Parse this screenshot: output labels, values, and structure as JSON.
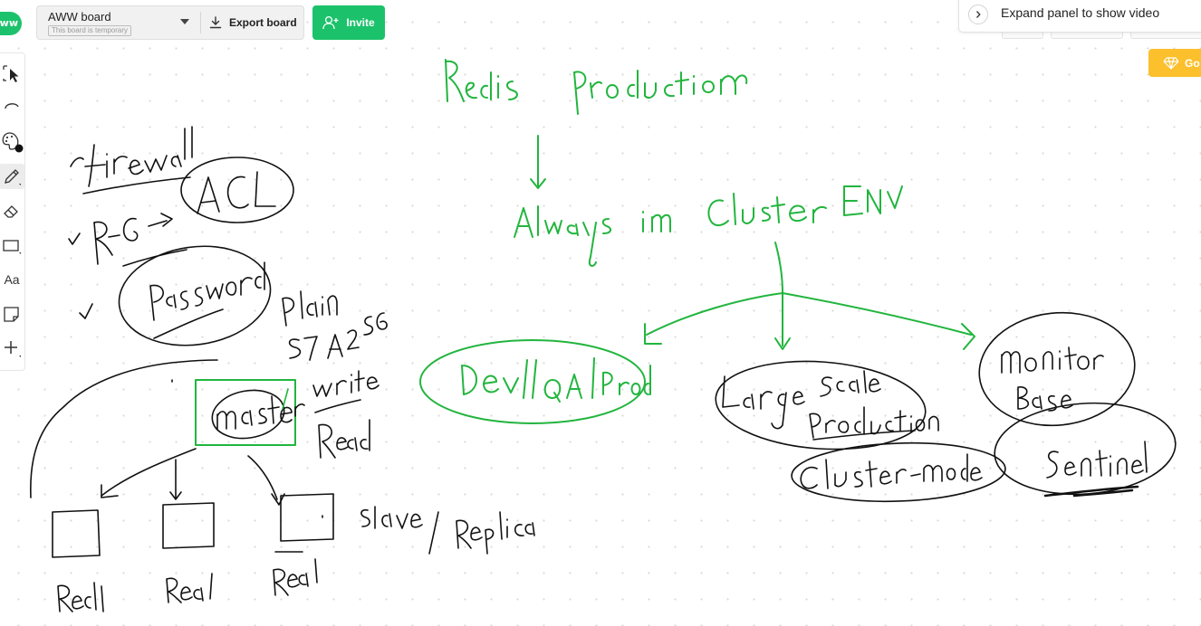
{
  "app": {
    "logo_text": "ww"
  },
  "board": {
    "name": "AWW board",
    "temp_note": "This board is temporary",
    "export_label": "Export board",
    "invite_label": "Invite"
  },
  "toolbar": {
    "items": [
      {
        "icon": "select-icon"
      },
      {
        "icon": "lasso-icon"
      },
      {
        "icon": "palette-icon"
      },
      {
        "icon": "pencil-icon",
        "active": true
      },
      {
        "icon": "eraser-icon"
      },
      {
        "icon": "rectangle-icon"
      },
      {
        "icon": "text-icon",
        "label": "Aa"
      },
      {
        "icon": "sticky-note-icon"
      },
      {
        "icon": "plus-icon"
      }
    ]
  },
  "video_panel": {
    "label": "Expand panel to show video"
  },
  "upgrade": {
    "label": "Go"
  },
  "colors": {
    "brand": "#1bc26b",
    "ink_green": "#22b53e",
    "ink_black": "#111111",
    "gold": "#fcc02c"
  },
  "whiteboard": {
    "green_notes": [
      "Redis Production",
      "Always in Cluster ENV",
      "Dev/QA/Prod"
    ],
    "black_notes": [
      "Firewall",
      "ACL",
      "R-G ->",
      "Password",
      "Plain",
      "SHA 256",
      "Master",
      "Write",
      "Read",
      "slave / Replica",
      "Read",
      "Read",
      "Read",
      "Large Scale Production",
      "Monitor Base",
      "Cluster-mode",
      "Sentinel"
    ]
  }
}
